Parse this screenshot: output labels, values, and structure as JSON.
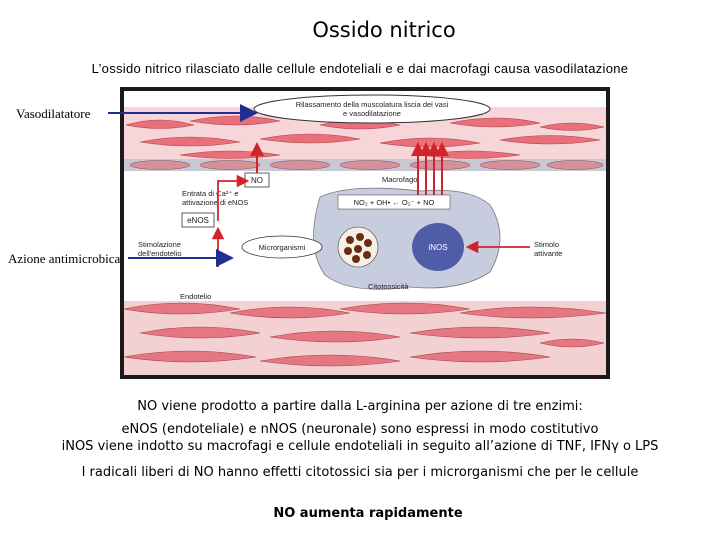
{
  "title": "Ossido nitrico",
  "subtitle": "L’ossido nitrico rilasciato dalle cellule endoteliali e e dai macrofagi causa vasodilatazione",
  "labels": {
    "vasodilatatore": "Vasodilatatore",
    "antimicrobica": "Azione antimicrobica"
  },
  "figure": {
    "smooth_muscle_line1": "Rilassamento della muscolatura liscia dei vasi",
    "smooth_muscle_line2": "e vasodilatazione",
    "no": "NO",
    "macrofago": "Macrofago",
    "entrata_line1": "Entrata di Ca²⁺ e",
    "entrata_line2": "attivazione di eNOS",
    "enos": "eNOS",
    "reaction": "NO₂ + OH• ← O₂⁻ + NO",
    "stim_line1": "Stimolazione",
    "stim_line2": "dell'endotelio",
    "microrganismi": "Microrganismi",
    "inos": "iNOS",
    "stimolo_line1": "Stimolo",
    "stimolo_line2": "attivante",
    "citotossicita": "Citotossicità",
    "endotelio": "Endotelio"
  },
  "captions": {
    "line1": "NO viene prodotto a partire dalla L-arginina per azione di tre enzimi:",
    "line2": "eNOS (endoteliale) e nNOS (neuronale) sono espressi in modo costitutivo",
    "line3": "iNOS viene indotto su macrofagi e cellule endoteliali in seguito all’azione di TNF, IFNγ o LPS",
    "line4": "I radicali liberi di NO hanno effetti citotossici sia per i microrganismi che per le cellule",
    "line5": "NO aumenta rapidamente"
  }
}
